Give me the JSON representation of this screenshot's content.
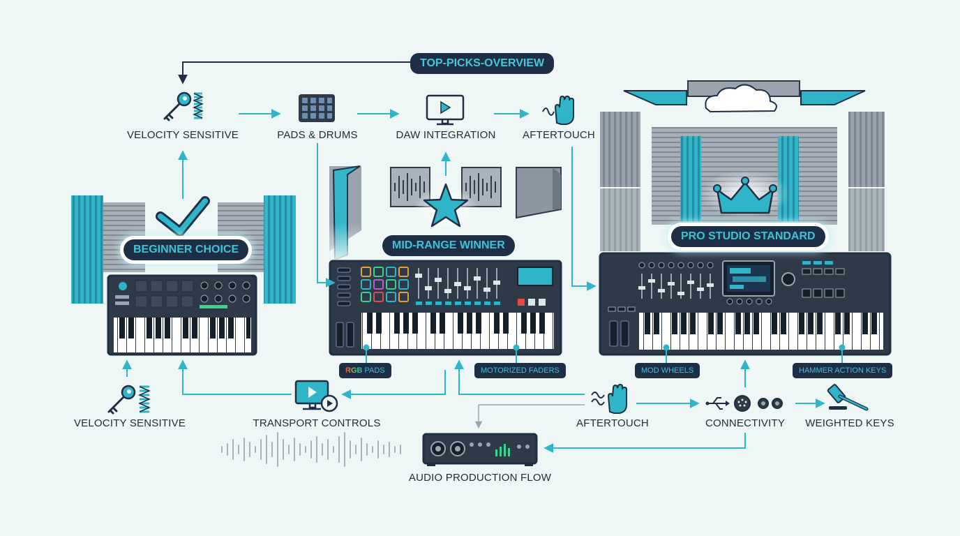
{
  "overview": {
    "label": "TOP-PICKS-OVERVIEW"
  },
  "tiers": {
    "beginner": "BEGINNER CHOICE",
    "midrange": "MID-RANGE WINNER",
    "pro": "PRO STUDIO STANDARD"
  },
  "top_features": [
    {
      "label": "VELOCITY SENSITIVE",
      "icon": "key-spring-icon"
    },
    {
      "label": "PADS & DRUMS",
      "icon": "drum-pads-icon"
    },
    {
      "label": "DAW INTEGRATION",
      "icon": "monitor-play-icon"
    },
    {
      "label": "AFTERTOUCH",
      "icon": "hand-wave-icon"
    }
  ],
  "bottom_features": [
    {
      "label": "VELOCITY SENSITIVE",
      "icon": "key-spring-icon"
    },
    {
      "label": "TRANSPORT CONTROLS",
      "icon": "transport-play-icon"
    },
    {
      "label": "AFTERTOUCH",
      "icon": "hand-wave-icon"
    },
    {
      "label": "CONNECTIVITY",
      "icon": "usb-midi-icon"
    },
    {
      "label": "WEIGHTED KEYS",
      "icon": "hammer-icon"
    }
  ],
  "tags": {
    "rgb_prefix": "RGB",
    "rgb_suffix": " PADS",
    "motorized": "MOTORIZED FADERS",
    "mod": "MOD WHEELS",
    "hammer": "HAMMER ACTION KEYS"
  },
  "audio_flow": {
    "label": "AUDIO PRODUCTION FLOW"
  },
  "colors": {
    "accent": "#2fb4c8",
    "dark": "#1e2f45",
    "device": "#2e3a48",
    "background": "#eef7f5",
    "foam": "#8c97a3"
  }
}
